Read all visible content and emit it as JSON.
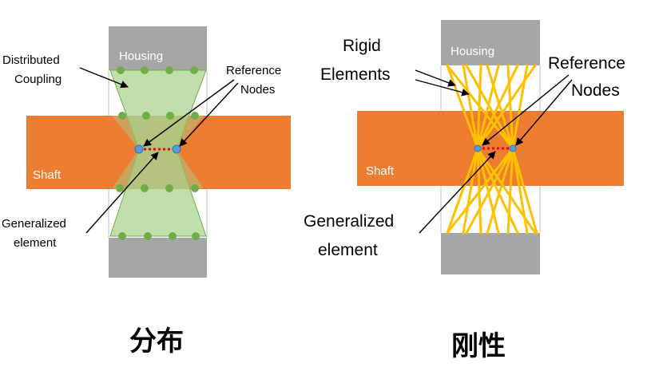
{
  "left_panel": {
    "housing_label": "Housing",
    "shaft_label": "Shaft",
    "callout_distributed_line1": "Distributed",
    "callout_distributed_line2": "Coupling",
    "callout_reference_line1": "Reference",
    "callout_reference_line2": "Nodes",
    "callout_generalized_line1": "Generalized",
    "callout_generalized_line2": "element",
    "caption": "分布"
  },
  "right_panel": {
    "housing_label": "Housing",
    "shaft_label": "Shaft",
    "callout_rigid_line1": "Rigid",
    "callout_rigid_line2": "Elements",
    "callout_reference_line1": "Reference",
    "callout_reference_line2": "Nodes",
    "callout_generalized_line1": "Generalized",
    "callout_generalized_line2": "element",
    "caption": "刚性"
  },
  "colors": {
    "housing": "#a6a6a6",
    "shaft": "#ed7d31",
    "coupling_fill": "#a9d18e",
    "coupling_node": "#70ad47",
    "rigid_element": "#ffc000",
    "reference_node": "#5b9bd5",
    "generalized_element": "#ff0000",
    "housing_text": "#ffffff"
  }
}
